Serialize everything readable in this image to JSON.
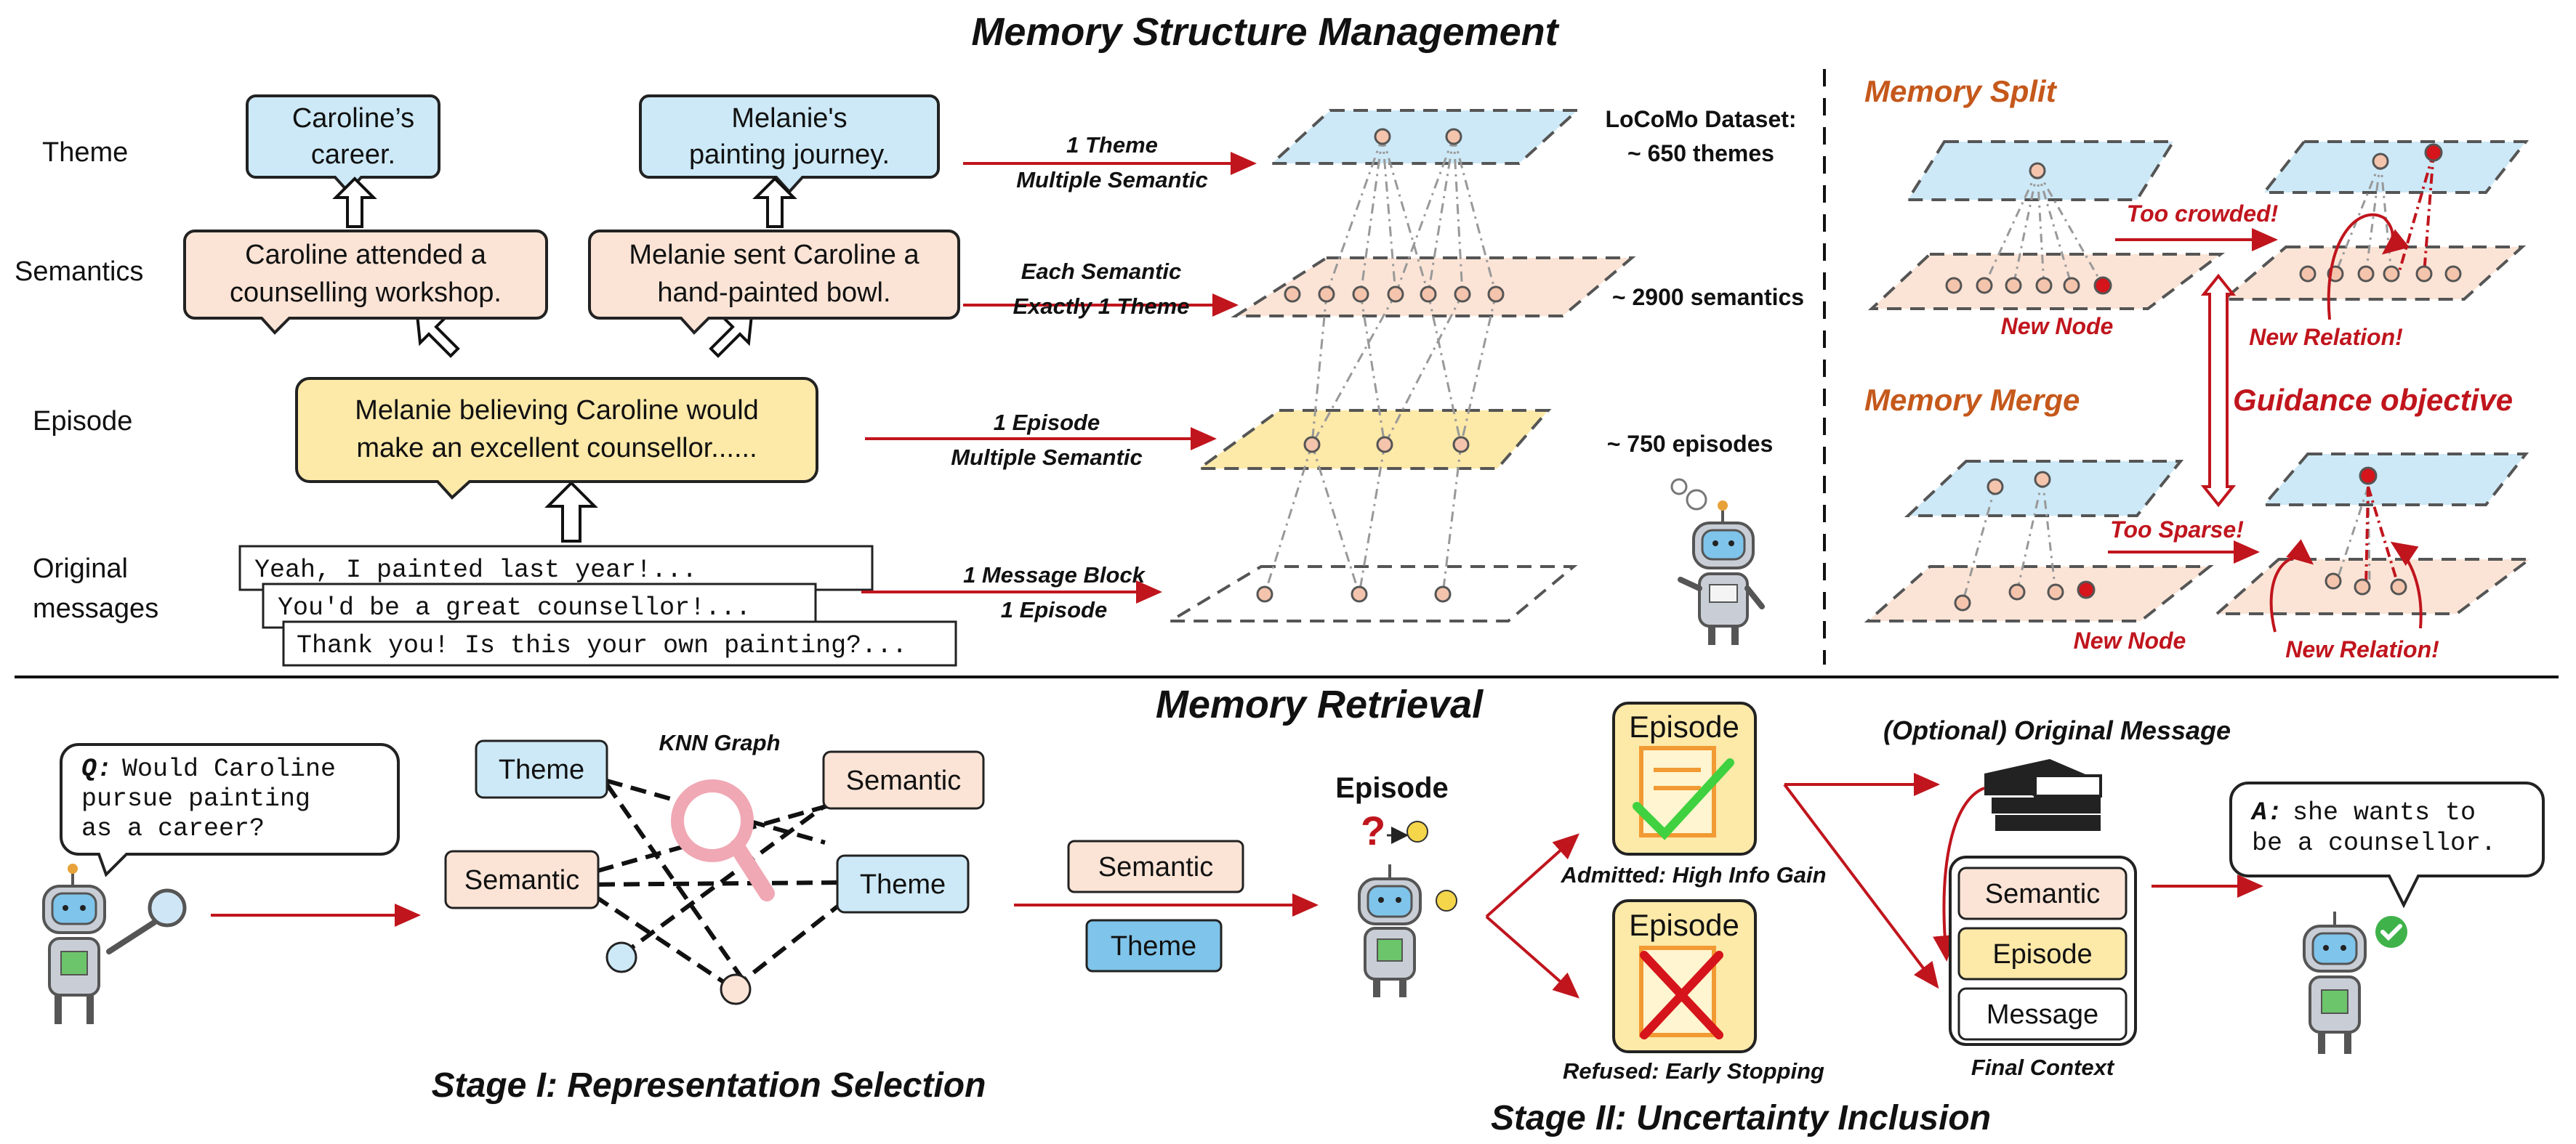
{
  "titles": {
    "top": "Memory Structure Management",
    "bottom": "Memory Retrieval",
    "memory_split": "Memory Split",
    "memory_merge": "Memory Merge",
    "guidance": "Guidance objective",
    "stage1": "Stage I: Representation Selection",
    "stage2": "Stage II: Uncertainty Inclusion"
  },
  "rows": {
    "theme": "Theme",
    "semantics": "Semantics",
    "episode": "Episode",
    "original_1": "Original",
    "original_2": "messages"
  },
  "boxes": {
    "theme1_l1": "Caroline’s",
    "theme1_l2": "career.",
    "theme2_l1": "Melanie's",
    "theme2_l2": "painting journey.",
    "sem1_l1": "Caroline attended a",
    "sem1_l2": "counselling workshop.",
    "sem2_l1": "Melanie sent Caroline a",
    "sem2_l2": "hand-painted bowl.",
    "ep_l1": "Melanie believing Caroline would",
    "ep_l2": "make an excellent counsellor......",
    "msg1": "Yeah, I painted last year!...",
    "msg2": "You'd be a great counsellor!...",
    "msg3": "Thank you! Is this your own painting?..."
  },
  "arrow_labels": {
    "a1_l1": "1 Theme",
    "a1_l2": "Multiple Semantic",
    "a2_l1": "Each Semantic",
    "a2_l2": "Exactly 1 Theme",
    "a3_l1": "1 Episode",
    "a3_l2": "Multiple Semantic",
    "a4_l1": "1 Message Block",
    "a4_l2": "1 Episode"
  },
  "stats": {
    "dataset": "LoCoMo Dataset:",
    "themes": "~ 650 themes",
    "semantics": "~ 2900 semantics",
    "episodes": "~ 750 episodes"
  },
  "split_merge": {
    "too_crowded": "Too crowded!",
    "new_node_1": "New Node",
    "new_relation_1": "New Relation!",
    "too_sparse": "Too Sparse!",
    "new_node_2": "New Node",
    "new_relation_2": "New Relation!"
  },
  "retrieval": {
    "q_prefix": "Q:",
    "q_l1": "Would Caroline",
    "q_l2": "pursue painting",
    "q_l3": "as a career?",
    "knn": "KNN Graph",
    "g_theme1": "Theme",
    "g_semantic1": "Semantic",
    "g_semantic2": "Semantic",
    "g_theme2": "Theme",
    "sel_semantic": "Semantic",
    "sel_theme": "Theme",
    "episode_head": "Episode",
    "ep_card1": "Episode",
    "ep_card2": "Episode",
    "admitted": "Admitted: High Info Gain",
    "refused": "Refused: Early Stopping",
    "optional": "(Optional) Original Message",
    "ctx_semantic": "Semantic",
    "ctx_episode": "Episode",
    "ctx_message": "Message",
    "final_context": "Final Context",
    "a_prefix": "A:",
    "a_l1": "she wants to",
    "a_l2": "be a counsellor."
  },
  "colors": {
    "theme_fill": "#cde9f7",
    "semantic_fill": "#fbe4d6",
    "episode_fill": "#fde9a8",
    "arrow_red": "#c0151d",
    "label_orange": "#c5581b"
  }
}
